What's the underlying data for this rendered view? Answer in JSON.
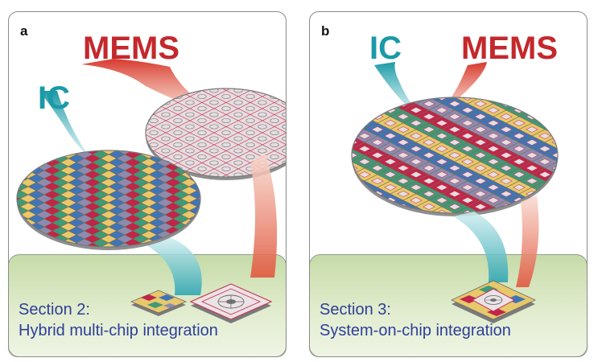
{
  "panels": [
    {
      "letter": "a",
      "labels": {
        "mems": "MEMS",
        "ic": "IC"
      },
      "caption_line1": "Section 2:",
      "caption_line2": "Hybrid multi-chip integration"
    },
    {
      "letter": "b",
      "labels": {
        "mems": "MEMS",
        "ic": "IC"
      },
      "caption_line1": "Section 3:",
      "caption_line2": "System-on-chip integration"
    }
  ],
  "colors": {
    "mems_label": "#c4282c",
    "ic_label": "#1a9aa6",
    "caption": "#2e3f99",
    "wafer": "#b7b7b7",
    "ic_die_colors": [
      "#e9c76a",
      "#c0254a",
      "#3e75b8",
      "#3f9a78",
      "#8d8bb0"
    ],
    "mems_die": "#e6dde0",
    "mems_die_border": "#c33a57"
  }
}
